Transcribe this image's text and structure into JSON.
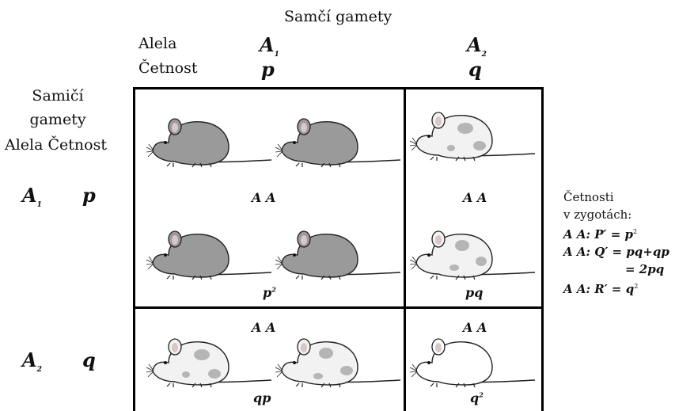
{
  "header": {
    "male_gametes": "Samčí gamety",
    "allele_label": "Alela",
    "frequency_label": "Četnost",
    "col1_allele": "A",
    "col1_allele_sub": "1",
    "col1_freq": "p",
    "col2_allele": "A",
    "col2_allele_sub": "2",
    "col2_freq": "q"
  },
  "side": {
    "female_line1": "Samičí",
    "female_line2": "gamety",
    "allele_freq_label": "Alela Četnost",
    "row1_allele": "A",
    "row1_allele_sub": "1",
    "row1_freq": "p",
    "row2_allele": "A",
    "row2_allele_sub": "2",
    "row2_freq": "q"
  },
  "cells": {
    "a1a1_genotype": "A A",
    "a1a1_freq": "p",
    "a1a1_freq_sup": "2",
    "a1a2_top_genotype": "A A",
    "a1a2_top_freq": "pq",
    "a2a1_bottom_genotype": "A A",
    "a2a1_bottom_freq": "qp",
    "a2a2_genotype": "A A",
    "a2a2_freq": "q",
    "a2a2_freq_sup": "2"
  },
  "legend": {
    "title_line1": "Četnosti",
    "title_line2": "v zygotách:",
    "line1_genotype": "A A",
    "line1_formula": ": P′ = p",
    "line1_sup": "2",
    "line2_genotype": "A A",
    "line2_formula": ": Q′ = pq+qp",
    "line3": "= 2pq",
    "line4_genotype": "A A",
    "line4_formula": ": R′ = q",
    "line4_sup": "2"
  },
  "colors": {
    "dark_mouse": "#9a9a9a",
    "light_mouse": "#f2f2f2",
    "spot": "#b5b5b5",
    "grid": "#000000"
  }
}
